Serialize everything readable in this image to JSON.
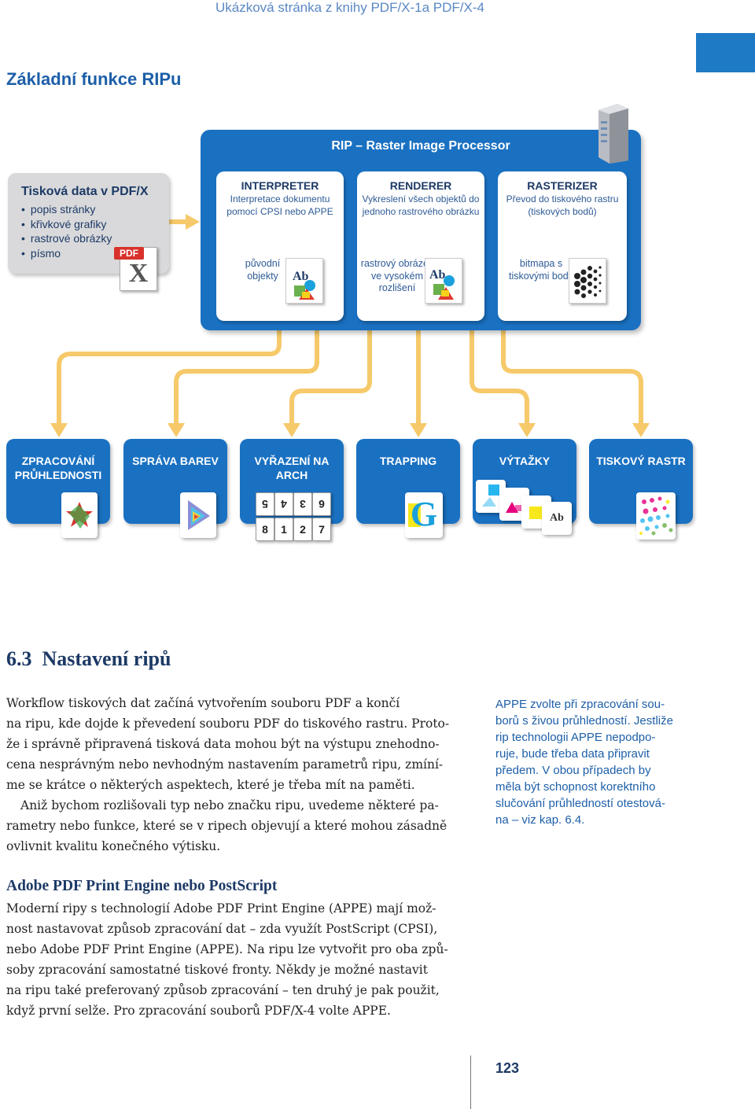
{
  "header": {
    "title": "Ukázková stránka z knihy PDF/X-1a PDF/X-4"
  },
  "section_title": "Základní funkce RIPu",
  "diagram": {
    "rip_title": "RIP – Raster Image Processor",
    "input": {
      "title": "Tisková data v PDF/X",
      "items": [
        "popis stránky",
        "křivkové grafiky",
        "rastrové obrázky",
        "písmo"
      ],
      "badge": "PDF",
      "badge_letter": "X"
    },
    "modules": [
      {
        "title": "INTERPRETER",
        "desc": "Interpretace dokumentu pomocí CPSI nebo APPE",
        "label": "původní objekty",
        "icon_text": "Ab"
      },
      {
        "title": "RENDERER",
        "desc": "Vykreslení všech objektů do jednoho rastrového obrázku",
        "label": "rastrový obrázek ve vysokém rozlišení",
        "icon_text": "Ab"
      },
      {
        "title": "RASTERIZER",
        "desc": "Převod do tiskového rastru (tiskových bodů)",
        "label": "bitmapa s tiskovými body"
      }
    ],
    "functions": [
      {
        "label": "ZPRACOVÁNÍ PRŮHLEDNOSTI"
      },
      {
        "label": "SPRÁVA BAREV"
      },
      {
        "label": "VYŘAZENÍ NA ARCH",
        "pages_top": [
          "5",
          "4",
          "3",
          "6"
        ],
        "pages_bottom": [
          "8",
          "1",
          "2",
          "7"
        ]
      },
      {
        "label": "TRAPPING",
        "icon_text": "G"
      },
      {
        "label": "VÝTAŽKY",
        "icon_text": "Ab"
      },
      {
        "label": "TISKOVÝ RASTR"
      }
    ],
    "colors": {
      "blue": "#1a71c2",
      "arrow": "#f6c96a",
      "navy": "#1d3a66"
    }
  },
  "chapter": {
    "number": "6.3",
    "title": "Nastavení ripů",
    "lines_p1": [
      "Workflow tiskových dat začíná vytvořením souboru PDF a končí",
      "na ripu, kde dojde k převedení souboru PDF do tiskového rastru. Proto-",
      "že i správně připravená tisková data mohou být na výstupu znehodno-",
      "cena nesprávným nebo nevhodným nastavením parametrů ripu, zmíní-",
      "me se krátce o některých aspektech, které je třeba mít na paměti."
    ],
    "lines_p2": [
      "Aniž bychom rozlišovali typ nebo značku ripu, uvedeme některé pa-",
      "rametry nebo funkce, které se v ripech objevují a které mohou zásadně",
      "ovlivnit kvalitu konečného výtisku."
    ],
    "side_lines": [
      "APPE zvolte při zpracování sou-",
      "borů s živou průhledností. Jestliže",
      "rip technologii APPE nepodpo-",
      "ruje, bude třeba data připravit",
      "předem. V obou případech by",
      "měla být schopnost korektního",
      "slučování průhledností otestová-",
      "na – viz kap. 6.4."
    ]
  },
  "subsection": {
    "title": "Adobe PDF Print Engine nebo PostScript",
    "lines": [
      "Moderní ripy s technologií Adobe PDF Print Engine (APPE) mají mož-",
      "nost nastavovat způsob zpracování dat – zda využít PostScript (CPSI),",
      "nebo Adobe PDF Print Engine (APPE). Na ripu lze vytvořit pro oba způ-",
      "soby zpracování samostatné tiskové fronty. Někdy je možné nastavit",
      "na ripu také preferovaný způsob zpracování – ten druhý je pak použit,",
      "když první selže. Pro zpracování souborů PDF/X-4 volte APPE."
    ]
  },
  "page_number": "123"
}
